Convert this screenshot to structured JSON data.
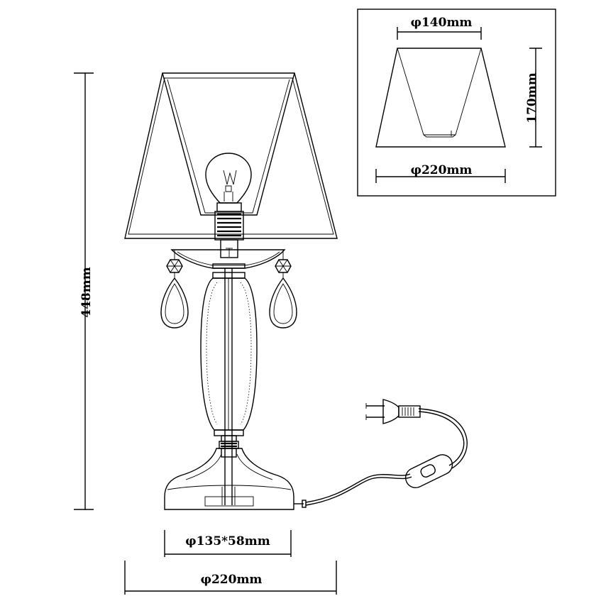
{
  "dimensions": {
    "height_total": "448mm",
    "shade_top_diameter": "φ140mm",
    "shade_height": "170mm",
    "shade_bottom_diameter": "φ220mm",
    "base_size": "φ135*58mm",
    "overall_width": "φ220mm"
  },
  "colors": {
    "line": "#000000",
    "background": "#ffffff"
  }
}
